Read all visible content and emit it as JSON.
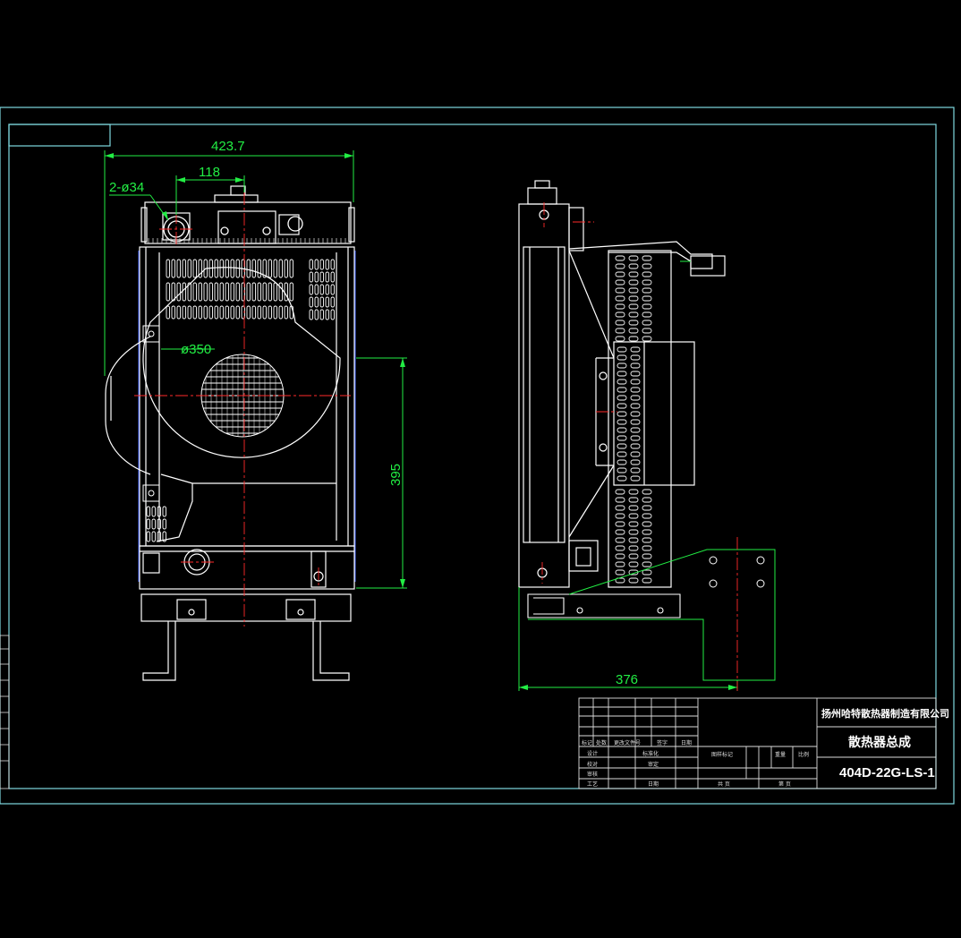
{
  "colors": {
    "background": "#000000",
    "frame": "#7fd9e0",
    "dimension": "#22ee44",
    "outline": "#ffffff",
    "centerline": "#ff2a2a",
    "hidden": "#4466ff"
  },
  "dimensions": {
    "overall_width": "423.7",
    "inlet_offset": "118",
    "hole_spec": "2-ø34",
    "fan_diameter": "ø350",
    "fan_height": "395",
    "side_depth": "376"
  },
  "title_block": {
    "company": "扬州哈特散热器制造有限公司",
    "drawing_title": "散热器总成",
    "drawing_code": "404D-22G-LS-1",
    "cell_labels": {
      "mark": "标记",
      "count": "处数",
      "doc_no": "更改文件号",
      "sign": "签字",
      "date": "日期",
      "design": "设计",
      "standardize": "标准化",
      "check": "校对",
      "review": "审定",
      "audit": "审核",
      "process": "工艺",
      "date2": "日期",
      "stage_mark": "图样标记",
      "weight": "重量",
      "scale": "比例",
      "sheets": "共 页",
      "sheet_no": "第 页"
    }
  }
}
